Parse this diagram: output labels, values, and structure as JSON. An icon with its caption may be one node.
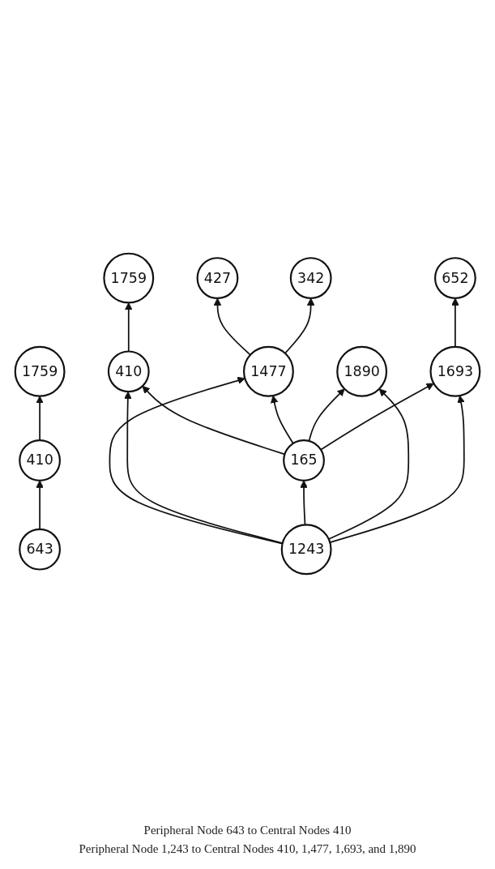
{
  "diagram": {
    "nodes": [
      {
        "text": [
          "1759"
        ]
      },
      {
        "text": [
          "410"
        ]
      },
      {
        "text": [
          "643"
        ]
      },
      {
        "text": [
          "427"
        ]
      },
      {
        "text": [
          "1759"
        ]
      },
      {
        "text": [
          "342"
        ]
      },
      {
        "text": [
          "410"
        ]
      },
      {
        "text": [
          "1477"
        ]
      },
      {
        "text": [
          "165"
        ]
      },
      {
        "text": [
          "1890"
        ]
      },
      {
        "text": [
          "1693"
        ]
      },
      {
        "text": [
          "1243"
        ]
      },
      {
        "text": [
          "652"
        ]
      }
    ],
    "edges": [
      {
        "from": 2,
        "to": 1,
        "arrow": "to"
      },
      {
        "from": 1,
        "to": 0,
        "arrow": "to"
      },
      {
        "from": 7,
        "to": 3,
        "arrow": "to"
      },
      {
        "from": 6,
        "to": 4,
        "arrow": "to"
      },
      {
        "from": 7,
        "to": 5,
        "arrow": "to"
      },
      {
        "from": 8,
        "to": 6,
        "arrow": "to"
      },
      {
        "from": 8,
        "to": 7,
        "arrow": "to"
      },
      {
        "from": 8,
        "to": 9,
        "arrow": "to"
      },
      {
        "from": 8,
        "to": 10,
        "arrow": "to"
      },
      {
        "from": 11,
        "to": 7,
        "arrow": "to"
      },
      {
        "from": 11,
        "to": 6,
        "arrow": "to"
      },
      {
        "from": 11,
        "to": 8,
        "arrow": "to"
      },
      {
        "from": 11,
        "to": 9,
        "arrow": "to"
      },
      {
        "from": 11,
        "to": 10,
        "arrow": "to"
      },
      {
        "from": 10,
        "to": 12,
        "arrow": "to"
      }
    ],
    "labels": [
      "Peripheral Node 643 to Central Nodes 410",
      "Peripheral Node 1,243 to Central Nodes 410, 1,477, 1,693, and 1,890"
    ]
  }
}
